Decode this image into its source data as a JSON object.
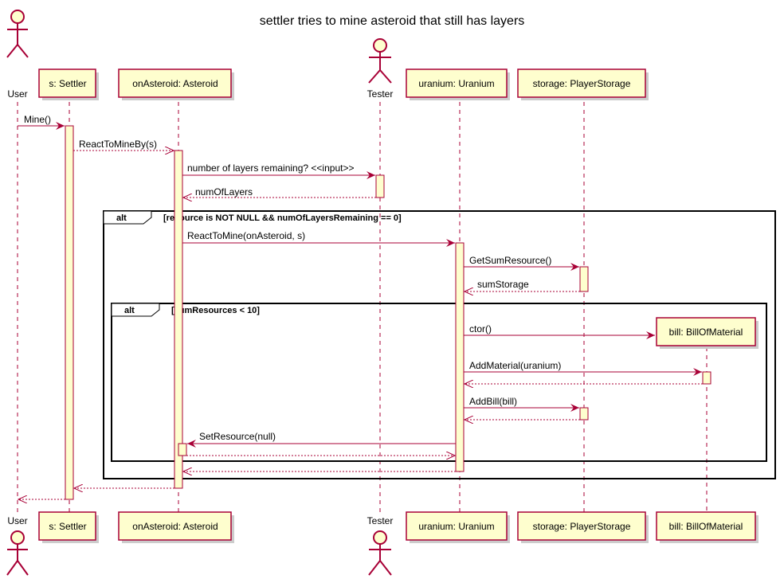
{
  "title": "settler tries to mine asteroid that still has layers",
  "colors": {
    "border": "#A80036",
    "fill": "#FEFECE",
    "frame": "#000000"
  },
  "participants": [
    {
      "id": "user",
      "label": "User",
      "kind": "actor"
    },
    {
      "id": "settler",
      "label": "s: Settler",
      "kind": "box"
    },
    {
      "id": "asteroid",
      "label": "onAsteroid: Asteroid",
      "kind": "box"
    },
    {
      "id": "tester",
      "label": "Tester",
      "kind": "actor"
    },
    {
      "id": "uranium",
      "label": "uranium: Uranium",
      "kind": "box"
    },
    {
      "id": "storage",
      "label": "storage: PlayerStorage",
      "kind": "box"
    },
    {
      "id": "bill",
      "label": "bill: BillOfMaterial",
      "kind": "box"
    }
  ],
  "frames": [
    {
      "keyword": "alt",
      "condition": "[resource is NOT NULL && numOfLayersRemaining == 0]"
    },
    {
      "keyword": "alt",
      "condition": "[sumResources < 10]"
    }
  ],
  "messages": [
    {
      "from": "user",
      "to": "settler",
      "label": "Mine()",
      "return": false
    },
    {
      "from": "settler",
      "to": "asteroid",
      "label": "ReactToMineBy(s)",
      "return": true
    },
    {
      "from": "asteroid",
      "to": "tester",
      "label": "number of layers remaining? <<input>>",
      "return": false
    },
    {
      "from": "tester",
      "to": "asteroid",
      "label": "numOfLayers",
      "return": true
    },
    {
      "from": "asteroid",
      "to": "uranium",
      "label": "ReactToMine(onAsteroid, s)",
      "return": false
    },
    {
      "from": "uranium",
      "to": "storage",
      "label": "GetSumResource()",
      "return": false
    },
    {
      "from": "storage",
      "to": "uranium",
      "label": "sumStorage",
      "return": true
    },
    {
      "from": "uranium",
      "to": "bill",
      "label": "ctor()",
      "return": false
    },
    {
      "from": "uranium",
      "to": "bill",
      "label": "AddMaterial(uranium)",
      "return": false
    },
    {
      "from": "bill",
      "to": "uranium",
      "label": "",
      "return": true
    },
    {
      "from": "uranium",
      "to": "storage",
      "label": "AddBill(bill)",
      "return": false
    },
    {
      "from": "storage",
      "to": "uranium",
      "label": "",
      "return": true
    },
    {
      "from": "uranium",
      "to": "asteroid",
      "label": "SetResource(null)",
      "return": false
    },
    {
      "from": "asteroid",
      "to": "uranium",
      "label": "",
      "return": true
    },
    {
      "from": "uranium",
      "to": "asteroid",
      "label": "",
      "return": true
    },
    {
      "from": "asteroid",
      "to": "settler",
      "label": "",
      "return": true
    },
    {
      "from": "settler",
      "to": "user",
      "label": "",
      "return": true
    }
  ]
}
